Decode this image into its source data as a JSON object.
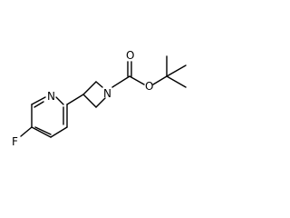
{
  "molecule": {
    "atoms": {
      "ring_nitrogen": "N",
      "fluorine": "F",
      "azetidine_nitrogen": "N",
      "carbonyl_oxygen": "O",
      "ester_oxygen": "O"
    }
  }
}
